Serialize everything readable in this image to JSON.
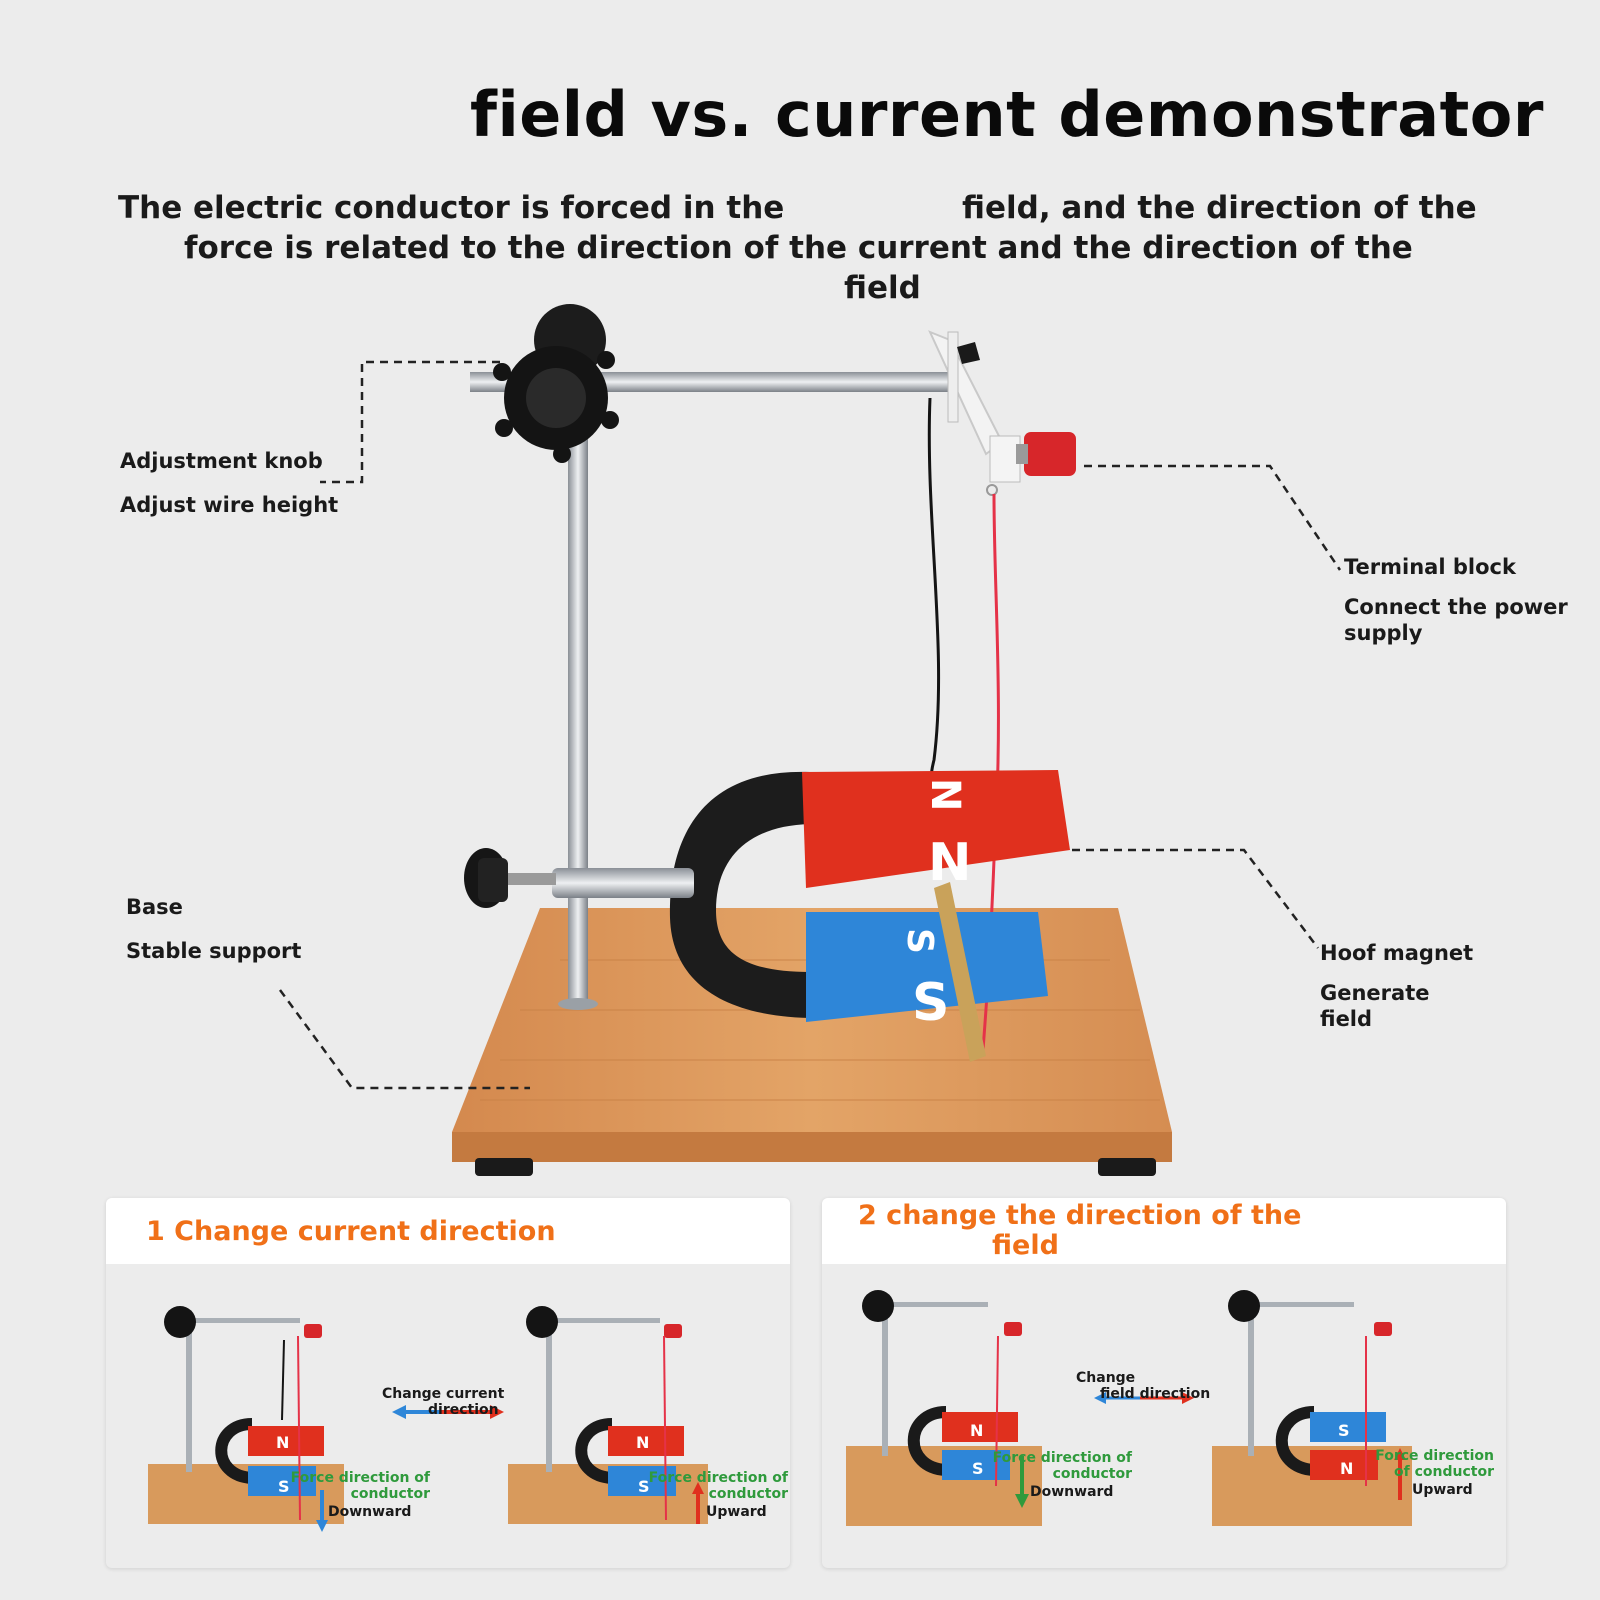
{
  "title": "field vs. current demonstrator",
  "subtitle": {
    "line1_a": "The electric conductor is forced in the",
    "line1_b": "field, and the direction of the",
    "line2": "force is related to the direction of the current and the direction of the",
    "line3": "field"
  },
  "callouts": {
    "knob": {
      "title": "Adjustment knob",
      "desc": "Adjust wire height"
    },
    "terminal": {
      "title": "Terminal block",
      "desc_line1": "Connect the power",
      "desc_line2": "supply"
    },
    "base": {
      "title": "Base",
      "desc": "Stable support"
    },
    "magnet": {
      "title": "Hoof magnet",
      "desc_line1": "Generate",
      "desc_line2": "field"
    }
  },
  "magnet_letters": {
    "north": "N",
    "south": "S"
  },
  "panel1": {
    "title": "1 Change current direction",
    "change_line1": "Change current",
    "change_line2": "direction",
    "force_line1": "Force direction of",
    "force_line2": "conductor",
    "left_result": "Downward",
    "right_result": "Upward"
  },
  "panel2": {
    "title_line1": "2 change the direction of the",
    "title_line2": "field",
    "change_line1": "Change",
    "change_line2": "field direction",
    "left_force_line1": "Force direction of",
    "left_force_line2": "conductor",
    "right_force_line1": "Force direction",
    "right_force_line2": "of conductor",
    "left_result": "Downward",
    "right_result": "Upward"
  },
  "colors": {
    "accent": "#f07018",
    "north": "#e0301e",
    "south": "#2e86d8",
    "wood": "#d8955a",
    "force_green": "#2f9a3c"
  }
}
